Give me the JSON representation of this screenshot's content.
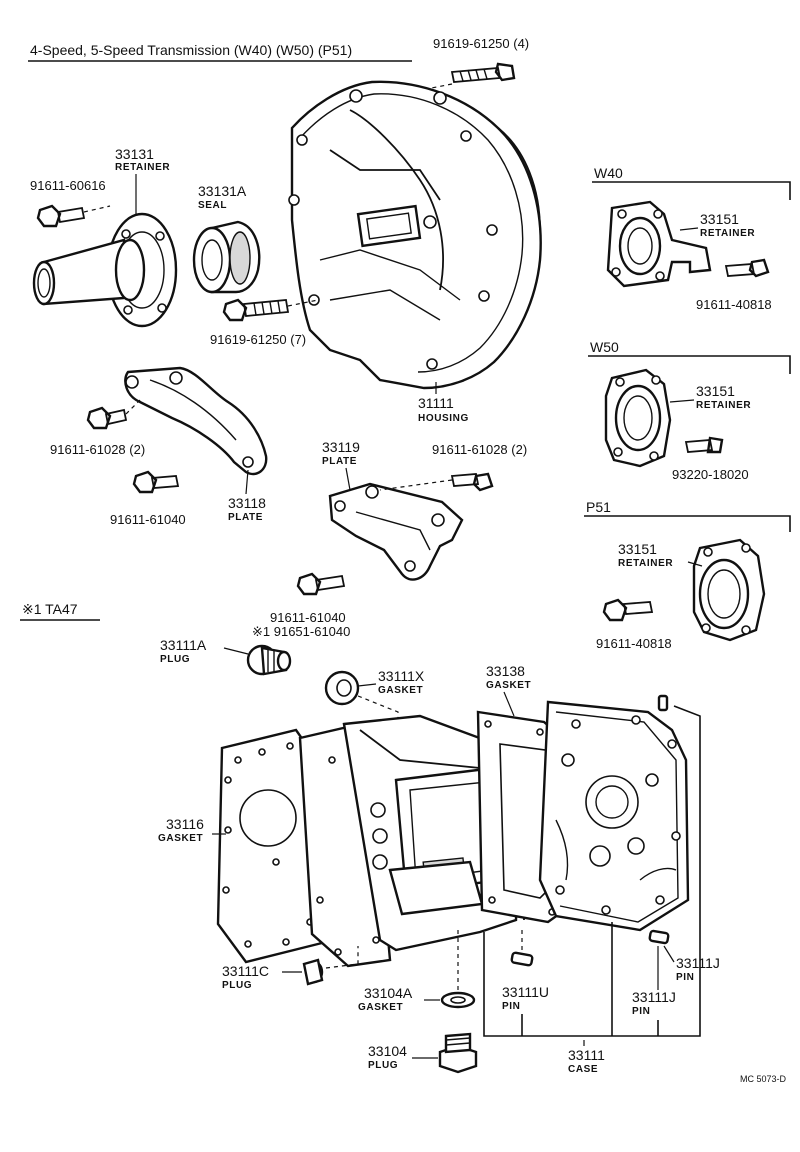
{
  "title": "4-Speed, 5-Speed Transmission (W40) (W50) (P51)",
  "footer_code": "MC 5073-D",
  "groups": {
    "w40": "W40",
    "w50": "W50",
    "p51": "P51",
    "ta47": "※1 TA47"
  },
  "labels": {
    "bolt_top": "91619-61250 (4)",
    "retainer_33131_num": "33131",
    "retainer_33131_name": "RETAINER",
    "bolt_60616": "91611-60616",
    "seal_num": "33131A",
    "seal_name": "SEAL",
    "bolt_61250_7": "91619-61250 (7)",
    "housing_num": "31111",
    "housing_name": "HOUSING",
    "w40_retainer_num": "33151",
    "w40_retainer_name": "RETAINER",
    "w40_bolt": "91611-40818",
    "w50_retainer_num": "33151",
    "w50_retainer_name": "RETAINER",
    "w50_bolt": "93220-18020",
    "p51_retainer_num": "33151",
    "p51_retainer_name": "RETAINER",
    "p51_bolt": "91611-40818",
    "bolt_61028_left": "91611-61028 (2)",
    "bolt_61040_left": "91611-61040",
    "plate_33118_num": "33118",
    "plate_33118_name": "PLATE",
    "plate_33119_num": "33119",
    "plate_33119_name": "PLATE",
    "bolt_61028_right": "91611-61028 (2)",
    "bolt_61040_mid": "91611-61040",
    "bolt_61651": "※1 91651-61040",
    "plug_33111a_num": "33111A",
    "plug_33111a_name": "PLUG",
    "gasket_33111x_num": "33111X",
    "gasket_33111x_name": "GASKET",
    "gasket_33138_num": "33138",
    "gasket_33138_name": "GASKET",
    "gasket_33116_num": "33116",
    "gasket_33116_name": "GASKET",
    "plug_33111c_num": "33111C",
    "plug_33111c_name": "PLUG",
    "gasket_33104a_num": "33104A",
    "gasket_33104a_name": "GASKET",
    "pin_33111u_num": "33111U",
    "pin_33111u_name": "PIN",
    "pin_33111j_a_num": "33111J",
    "pin_33111j_a_name": "PIN",
    "pin_33111j_b_num": "33111J",
    "pin_33111j_b_name": "PIN",
    "plug_33104_num": "33104",
    "plug_33104_name": "PLUG",
    "case_num": "33111",
    "case_name": "CASE"
  }
}
